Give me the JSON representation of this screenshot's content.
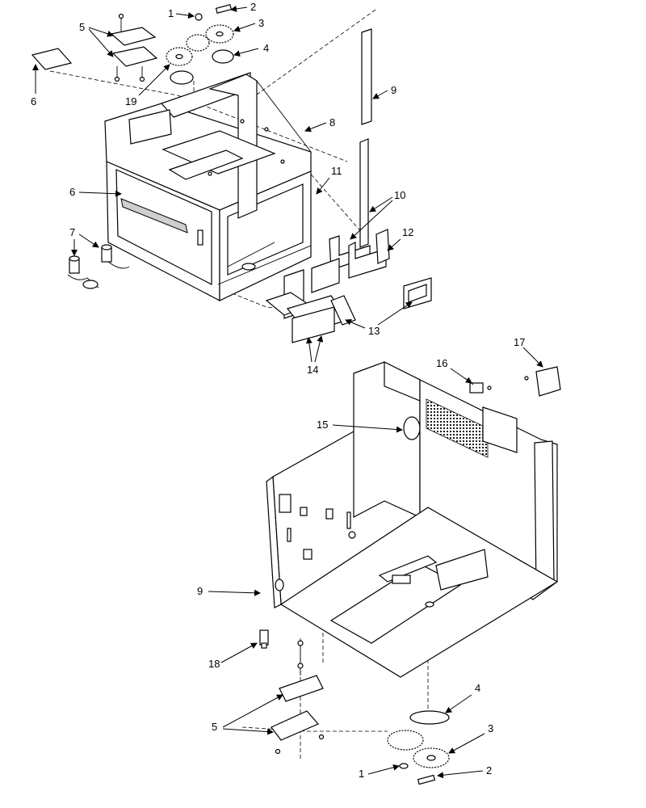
{
  "callouts": {
    "c1a": "1",
    "c2a": "2",
    "c3a": "3",
    "c4a": "4",
    "c5a": "5",
    "c6a": "6",
    "c19": "19",
    "c9a": "9",
    "c8": "8",
    "c6b": "6",
    "c11": "11",
    "c10": "10",
    "c7": "7",
    "c12": "12",
    "c13": "13",
    "c14": "14",
    "c16": "16",
    "c17": "17",
    "c15": "15",
    "c9b": "9",
    "c18": "18",
    "c4b": "4",
    "c5b": "5",
    "c3b": "3",
    "c1b": "1",
    "c2b": "2"
  },
  "colors": {
    "line": "#000000",
    "background": "#ffffff",
    "shade": "#cfcfcf"
  }
}
